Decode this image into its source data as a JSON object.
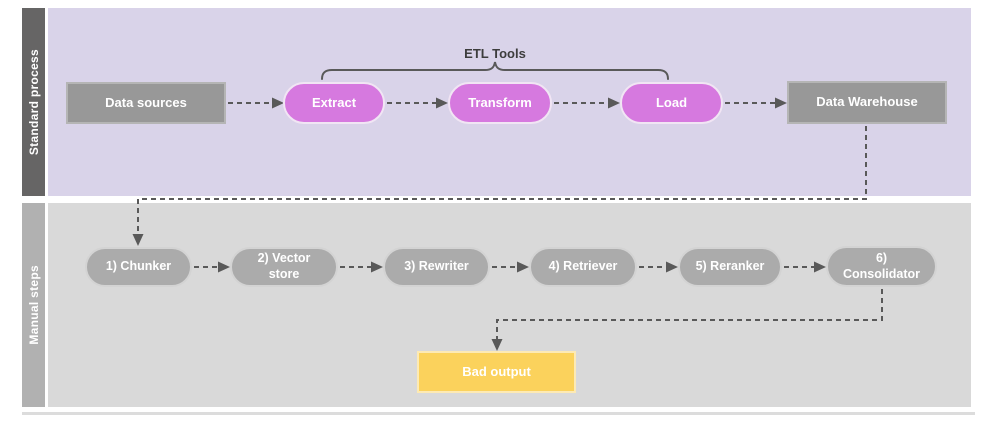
{
  "diagram": {
    "lanes": [
      {
        "id": "standard-process",
        "label": "Standard process"
      },
      {
        "id": "manual-steps",
        "label": "Manual steps"
      }
    ],
    "annotation": {
      "label": "ETL Tools",
      "covers": [
        "Extract",
        "Transform",
        "Load"
      ]
    },
    "nodes": {
      "data_sources": {
        "label": "Data sources",
        "shape": "rectangle",
        "lane": "standard-process"
      },
      "extract": {
        "label": "Extract",
        "shape": "pill",
        "lane": "standard-process"
      },
      "transform": {
        "label": "Transform",
        "shape": "pill",
        "lane": "standard-process"
      },
      "load": {
        "label": "Load",
        "shape": "pill",
        "lane": "standard-process"
      },
      "data_warehouse": {
        "label": "Data Warehouse",
        "shape": "rectangle",
        "lane": "standard-process"
      },
      "chunker": {
        "label": "1) Chunker",
        "shape": "pill",
        "lane": "manual-steps"
      },
      "vector_store": {
        "label": "2) Vector store",
        "shape": "pill",
        "lane": "manual-steps"
      },
      "rewriter": {
        "label": "3) Rewriter",
        "shape": "pill",
        "lane": "manual-steps"
      },
      "retriever": {
        "label": "4) Retriever",
        "shape": "pill",
        "lane": "manual-steps"
      },
      "reranker": {
        "label": "5) Reranker",
        "shape": "pill",
        "lane": "manual-steps"
      },
      "consolidator": {
        "label": "6) Consolidator",
        "shape": "pill",
        "lane": "manual-steps"
      },
      "bad_output": {
        "label": "Bad output",
        "shape": "rectangle",
        "lane": "manual-steps"
      }
    },
    "edges": [
      {
        "from": "data_sources",
        "to": "extract",
        "style": "dashed-arrow"
      },
      {
        "from": "extract",
        "to": "transform",
        "style": "dashed-arrow"
      },
      {
        "from": "transform",
        "to": "load",
        "style": "dashed-arrow"
      },
      {
        "from": "load",
        "to": "data_warehouse",
        "style": "dashed-arrow"
      },
      {
        "from": "data_warehouse",
        "to": "chunker",
        "style": "dashed-arrow-elbow"
      },
      {
        "from": "chunker",
        "to": "vector_store",
        "style": "dashed-arrow"
      },
      {
        "from": "vector_store",
        "to": "rewriter",
        "style": "dashed-arrow"
      },
      {
        "from": "rewriter",
        "to": "retriever",
        "style": "dashed-arrow"
      },
      {
        "from": "retriever",
        "to": "reranker",
        "style": "dashed-arrow"
      },
      {
        "from": "reranker",
        "to": "consolidator",
        "style": "dashed-arrow"
      },
      {
        "from": "consolidator",
        "to": "bad_output",
        "style": "dashed-arrow-elbow"
      }
    ]
  },
  "colors": {
    "lane1_bg": "#d9d3e9",
    "lane2_bg": "#d9d9d9",
    "lane1_label_bg": "#666565",
    "lane2_label_bg": "#b1b1b1",
    "node_gray": "#989898",
    "pill_pink": "#d679df",
    "pill_gray": "#ababab",
    "node_yellow": "#fbd25c",
    "connector": "#595959"
  }
}
